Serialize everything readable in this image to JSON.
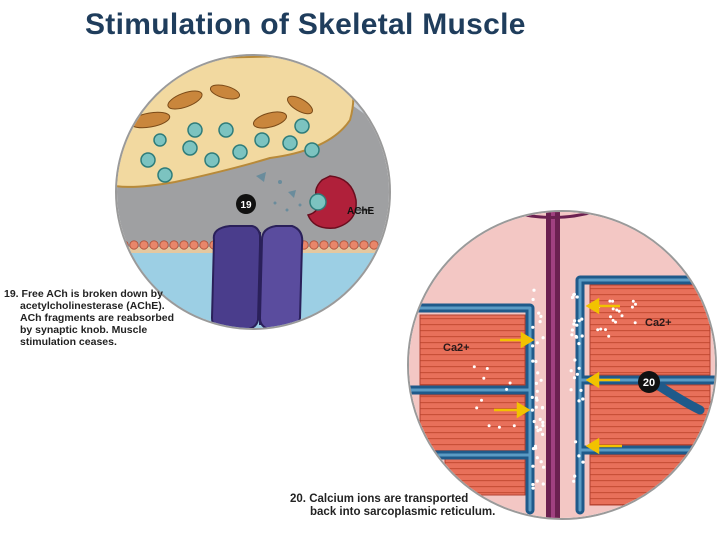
{
  "title": "Stimulation of Skeletal Muscle",
  "panel19": {
    "step_badge": "19",
    "enzyme_label": "AChE",
    "caption_number": "19.",
    "caption_lines": [
      "Free ACh is broken down by",
      "acetylcholinesterase (AChE).",
      "ACh fragments are reabsorbed",
      "by synaptic knob.  Muscle",
      "stimulation ceases."
    ]
  },
  "panel20": {
    "step_badge": "20",
    "ion_label_left": "Ca2+",
    "ion_label_right": "Ca2+",
    "caption_number": "20.",
    "caption_lines": [
      "Calcium ions are transported",
      "back into sarcoplasmic reticulum."
    ]
  },
  "colors": {
    "title": "#1f3d5c",
    "synaptic_knob": "#f2d9a0",
    "vesicle": "#7cc3c0",
    "membrane_bead": "#e8866a",
    "receptor": "#4a3d8c",
    "ache": "#b0203a",
    "myofibril": "#e8705a",
    "sarcoplasmic_reticulum": "#1f5a8a",
    "t_tubule": "#6b2050",
    "arrow": "#f2c200"
  }
}
